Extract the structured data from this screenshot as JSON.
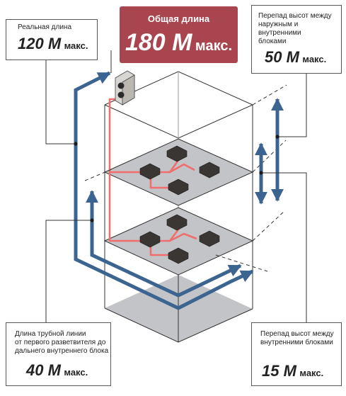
{
  "total": {
    "caption": "Общая длина",
    "value": "180 М",
    "unit": "макс."
  },
  "callouts": {
    "real_length": {
      "caption": "Реальная длина",
      "value": "120 М",
      "unit": "макс."
    },
    "outdoor_indoor_height": {
      "caption": "Перепад высот между\nнаружным и внутренними\nблоками",
      "value": "50 М",
      "unit": "макс."
    },
    "branch_pipe_length": {
      "caption": "Длина трубной линии\nот первого разветвителя до\nдальнего внутреннего блока",
      "value": "40 М",
      "unit": "макс."
    },
    "indoor_height": {
      "caption": "Перепад высот между\nвнутренними блоками",
      "value": "15 М",
      "unit": "макс."
    }
  },
  "colors": {
    "pipe_blue": "#3c6490",
    "refrigerant_red": "#f06e6e",
    "floor_gray": "#c2c4c7",
    "total_bg": "#a8454f",
    "unit_dark": "#3a3634"
  },
  "icons": {
    "outdoor_unit": "outdoor-unit-icon",
    "indoor_unit": "indoor-unit-icon"
  }
}
